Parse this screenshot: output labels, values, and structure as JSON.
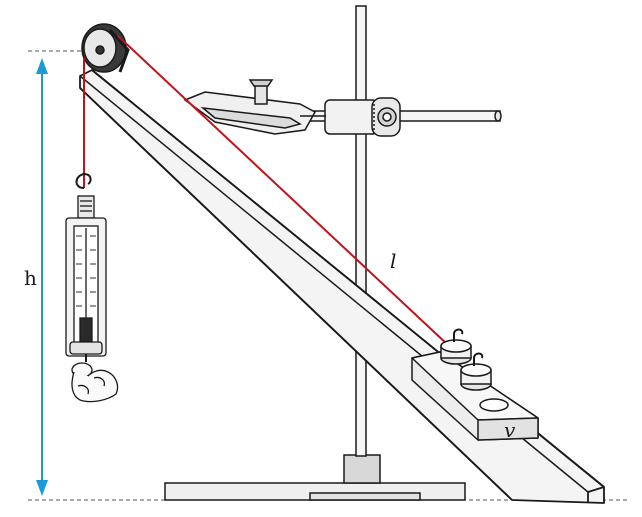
{
  "labels": {
    "height": "h",
    "length": "l",
    "velocity": "v"
  },
  "colors": {
    "string": "#c0141c",
    "height_arrow": "#1a9ad6",
    "line": "#1a1a1a",
    "fill": "#f4f4f4"
  },
  "icons": {
    "pulley": "pulley-icon",
    "spring_scale": "spring-scale-icon",
    "hand": "hand-icon",
    "clamp": "clamp-icon",
    "weights": "weight-icon"
  }
}
